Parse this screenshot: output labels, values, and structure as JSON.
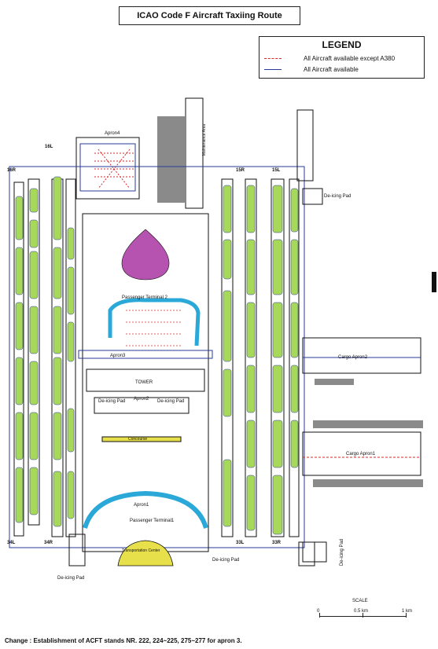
{
  "title": "ICAO Code F Aircraft Taxiing Route",
  "legend": {
    "heading": "LEGEND",
    "items": [
      {
        "label": "All Aircraft available except A380",
        "color": "#d62b2b",
        "style": "dashed"
      },
      {
        "label": "All Aircraft available",
        "color": "#2a3a9a",
        "style": "solid"
      }
    ]
  },
  "colors": {
    "runway_fill": "#a8d85a",
    "taxiway": "#2a3a9a",
    "restricted": "#d62b2b",
    "terminal": "#2aa8d8",
    "tower_building": "#b653b0",
    "transport_center": "#e8e04a",
    "building_gray": "#8a8a8a",
    "outline": "#111111"
  },
  "runways": [
    "16R",
    "16L",
    "15R",
    "15L",
    "34L",
    "34R",
    "33L",
    "33R"
  ],
  "areas": {
    "apron4": "Apron4",
    "apron3": "Apron3",
    "apron2": "Apron2",
    "cargo_apron2": "Cargo Apron2",
    "cargo_apron1": "Cargo Apron1",
    "terminal2": "Passenger Terminal 2",
    "terminal1": "Passenger Terminal1",
    "apron1": "Apron1",
    "tower": "TOWER",
    "concourse": "Concourse",
    "transportation_center": "Transportation Center",
    "maintenance": "Maintenance Area",
    "deicing": [
      "De-icing Pad",
      "De-icing Pad",
      "De-icing Pad",
      "De-icing Pad",
      "De-icing Pad",
      "De-icing Pad"
    ]
  },
  "scale": {
    "title": "SCALE",
    "ticks": [
      "0",
      "0.5 km",
      "1 km"
    ]
  },
  "change_note": "Change : Establishment of ACFT stands NR. 222, 224~225, 275~277 for apron 3."
}
